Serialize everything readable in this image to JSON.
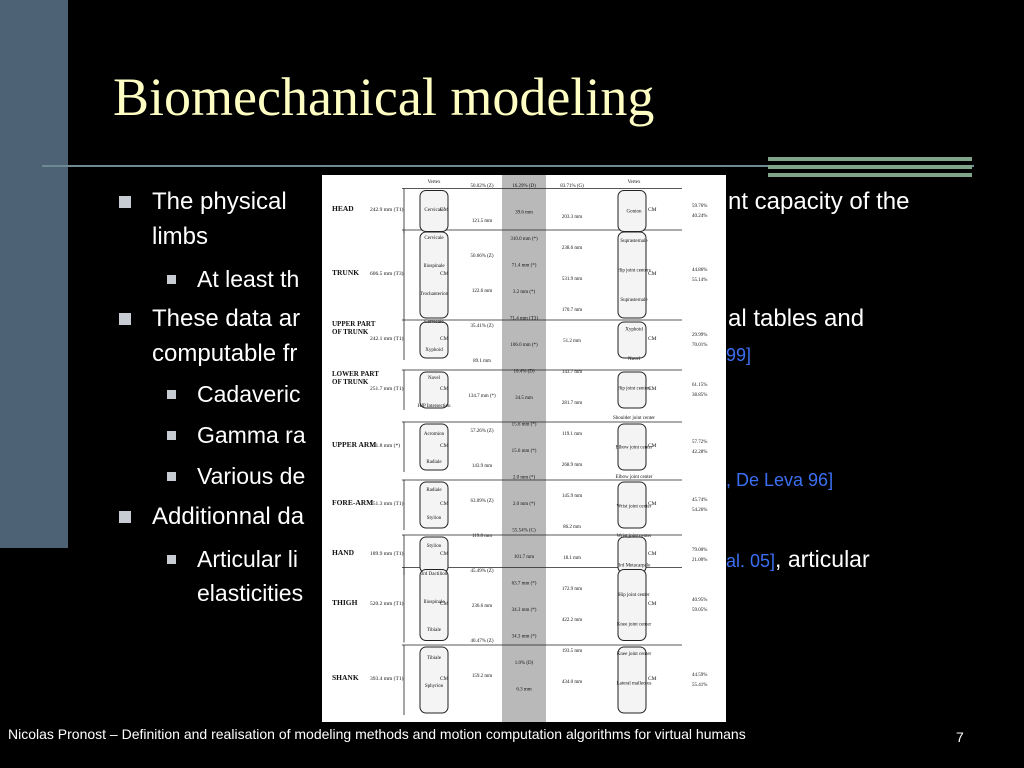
{
  "slide": {
    "title": "Biomechanical modeling",
    "bullets": [
      {
        "text": "The physical parameters and the movement capacity of the limbs",
        "visible_start": "The physical ",
        "visible_end": "nt capacity of the",
        "line2": "limbs"
      },
      {
        "text": "At least th"
      },
      {
        "text_line1_start": "These data ar",
        "text_line1_end": "al tables and",
        "text_line2_start": "computable fr",
        "cite_end": " 99]"
      },
      {
        "text": "Cadaveric"
      },
      {
        "text": "Gamma ra"
      },
      {
        "text": "Various de",
        "cite_end": ", De Leva 96]"
      },
      {
        "text": "Additionnal da"
      },
      {
        "text_line1_start": "Articular li",
        "cite_end": "al. 05]",
        "text_line1_end": ", articular",
        "text_line2_start": "elasticities"
      }
    ],
    "footer": "Nicolas Pronost – Definition and realisation of modeling methods and motion computation algorithms for virtual humans",
    "page_number": "7"
  },
  "figure": {
    "segments": [
      "HEAD",
      "TRUNK",
      "UPPER PART OF TRUNK",
      "LOWER PART OF TRUNK",
      "UPPER ARM",
      "FORE-ARM",
      "HAND",
      "THIGH",
      "SHANK"
    ],
    "left_lengths": [
      "242.9 mm (T1)",
      "606.5 mm (T3)",
      "242.1 mm (T1)",
      "251.7 mm (T1)",
      "331.8 mm (*)",
      "251.3 mm (T1)",
      "189.9 mm (T1)",
      "520.2 mm (T1)",
      "393.4 mm (T1)"
    ],
    "left_pcts": [
      "50.02% (Z)",
      "121.5 mm",
      "50.66% (Z)",
      "122.6 mm",
      "35.41% (Z)",
      "89.1 mm",
      "134.7 mm (*)",
      "57.26% (Z)",
      "143.9 mm",
      "63.09% (Z)",
      "119.8 mm",
      "45.49% (Z)",
      "236.6 mm",
      "40.47% (Z)",
      "159.2 mm"
    ],
    "right_pcts": [
      "59.76%",
      "40.24%",
      "44.86%",
      "55.14%",
      "29.99%",
      "70.01%",
      "61.15%",
      "38.85%",
      "57.72%",
      "42.28%",
      "45.74%",
      "54.26%",
      "79.00%",
      "21.00%",
      "40.95%",
      "59.05%",
      "44.59%",
      "55.41%"
    ],
    "right_landmarks": [
      "Vertex",
      "Gonion",
      "Suprasternale",
      "Hip joint centers",
      "Suprasternale",
      "Xyphoid",
      "Navel",
      "Hip joint centers",
      "Shoulder joint center",
      "Elbow joint center",
      "Elbow joint center",
      "Wrist joint center",
      "Wrist joint center",
      "3rd Metacarpale",
      "Hip joint center",
      "Knee joint center",
      "Knee joint center",
      "Lateral malleolus"
    ],
    "left_landmarks": [
      "Vertex",
      "Cervicale",
      "Cervicale",
      "Iliospinale",
      "Trochanterion",
      "Cervicale",
      "Xyphoid",
      "Navel",
      "HJP Intersection",
      "Acromion",
      "Radiale",
      "Radiale",
      "Stylion",
      "Stylion",
      "3rd Dactilion",
      "Iliospinale",
      "Tibiale",
      "Tibiale",
      "Sphyrion"
    ],
    "center_values": [
      "16.29% (D)",
      "39.6 mm",
      "310.0 mm (*)",
      "71.4 mm (*)",
      "3.2 mm (*)",
      "71.4 mm (T3)",
      "106.0 mm (*)",
      "10.4% (D)",
      "34.5 mm",
      "15.6 mm (*)",
      "15.6 mm (*)",
      "2.0 mm (*)",
      "2.0 mm (*)",
      "55.54% (C)",
      "101.7 mm",
      "63.7 mm (*)",
      "34.3 mm (*)",
      "34.3 mm (*)",
      "1.0% (D)",
      "6.3 mm"
    ],
    "right_center_values": [
      "83.71% (G)",
      "203.3 mm",
      "238.6 mm",
      "531.9 mm",
      "170.7 mm",
      "51.2 mm",
      "143.7 mm",
      "281.7 mm",
      "119.1 mm",
      "268.9 mm",
      "145.9 mm",
      "86.2 mm",
      "18.1 mm",
      "172.9 mm",
      "422.2 mm",
      "193.5 mm",
      "434.0 mm"
    ]
  },
  "colors": {
    "background": "#000000",
    "title": "#ffffc4",
    "side_bar": "#4d6275",
    "accent_bar": "#80a48a",
    "citation": "#3b6ff2"
  }
}
